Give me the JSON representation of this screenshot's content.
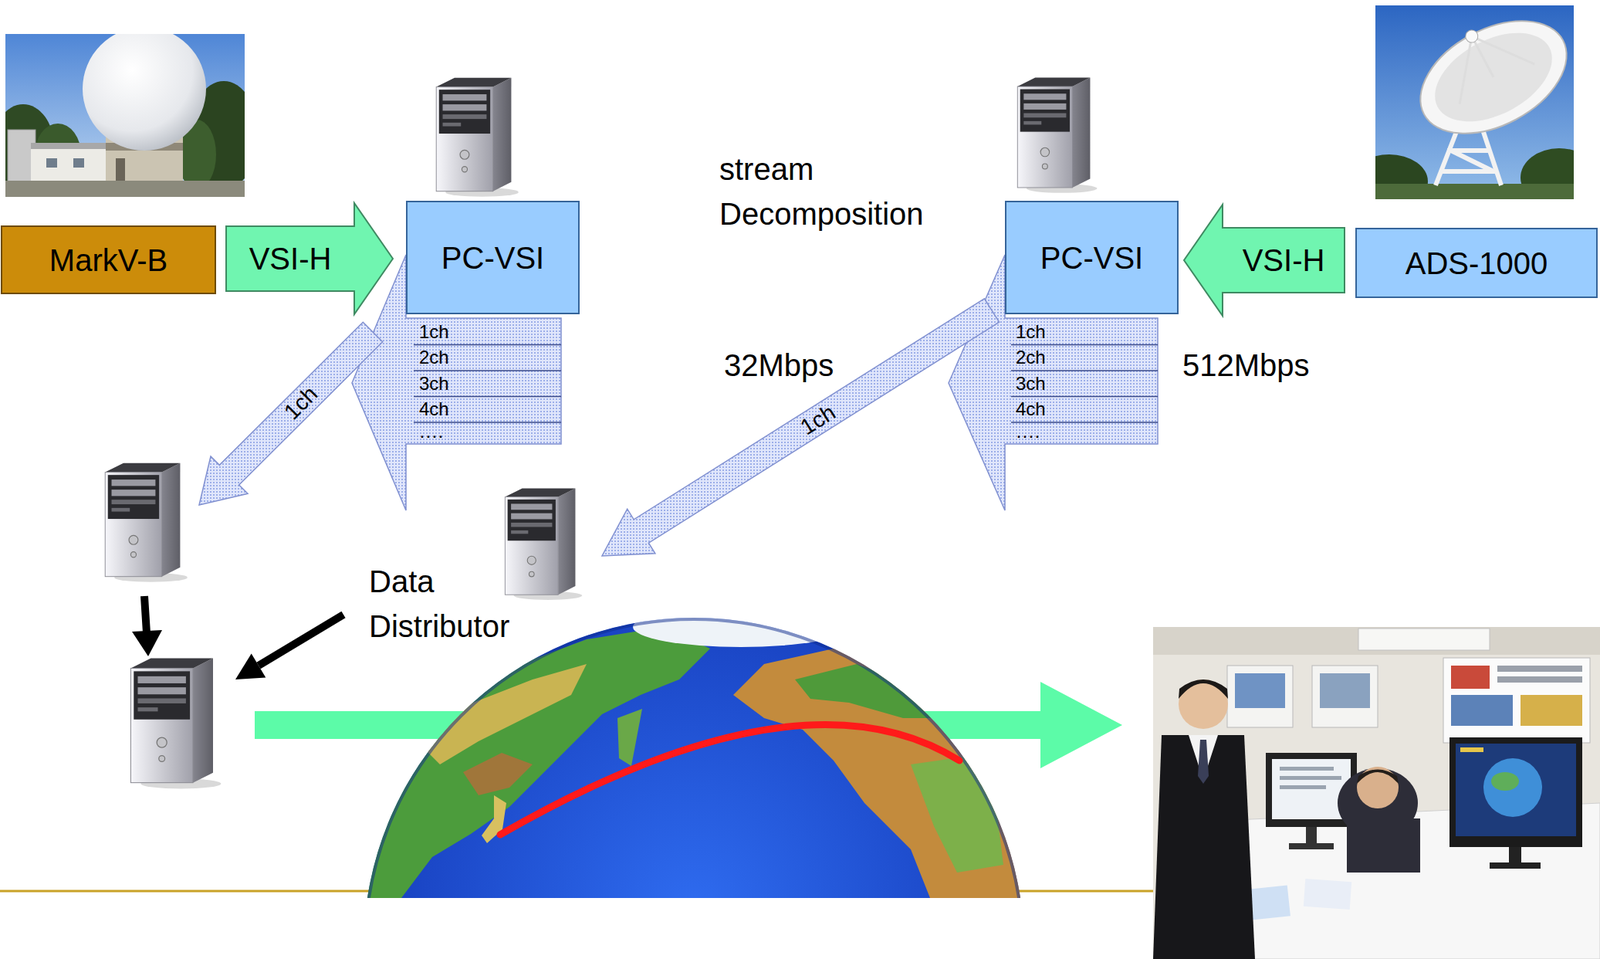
{
  "diagram": {
    "nodes": [
      {
        "text": [
          "MarkV-B"
        ]
      },
      {
        "text": [
          "PC-VSI"
        ]
      },
      {
        "text": [
          "PC-VSI"
        ]
      },
      {
        "text": [
          "ADS-1000"
        ]
      }
    ],
    "edges": [
      {
        "from": 0,
        "to": 1,
        "arrow": "to",
        "label": "VSI-H"
      },
      {
        "from": 3,
        "to": 2,
        "arrow": "to",
        "label": "VSI-H"
      }
    ],
    "labels": [
      "stream Decomposition",
      "32Mbps",
      "512Mbps",
      "1ch",
      "2ch",
      "3ch",
      "4ch",
      "····",
      "1ch",
      "1ch",
      "2ch",
      "3ch",
      "4ch",
      "····",
      "1ch",
      "Data Distributor"
    ]
  }
}
